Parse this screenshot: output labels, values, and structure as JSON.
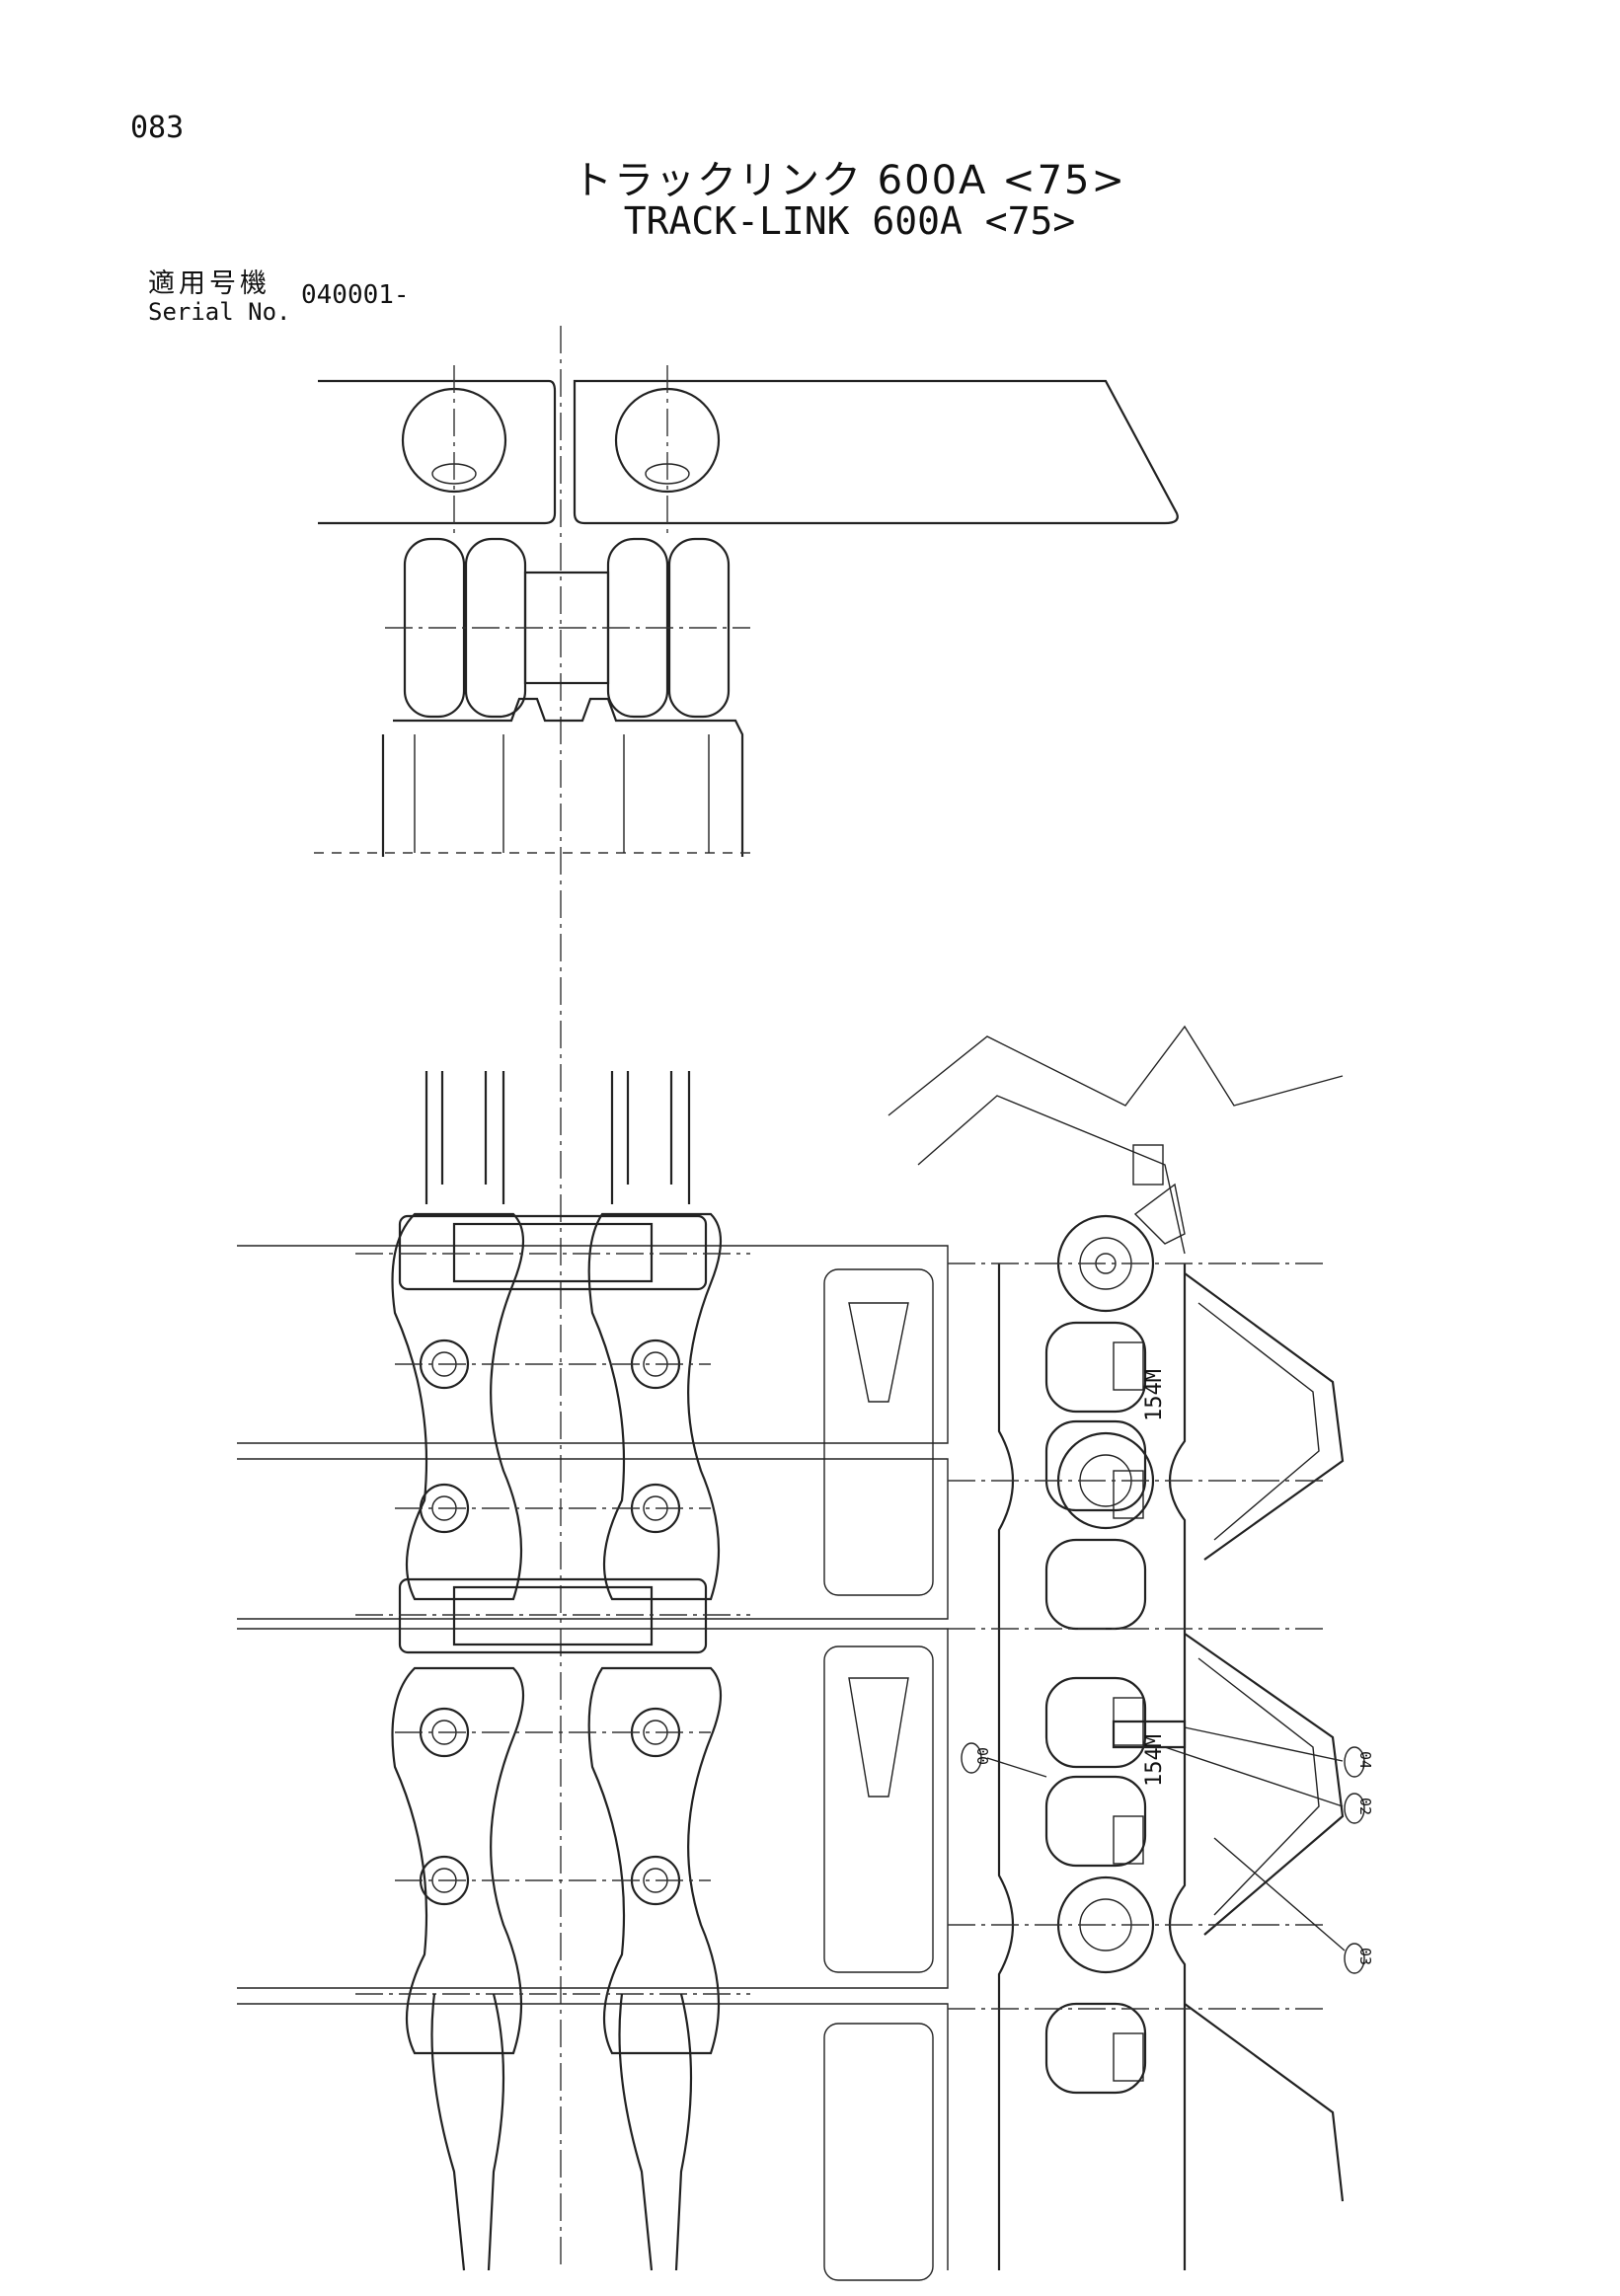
{
  "page_number": "083",
  "title_jp": "トラックリンク 600A <75>",
  "title_en": "TRACK-LINK 600A <75>",
  "serial_label_jp": "適用号機",
  "serial_label_en": "Serial No.",
  "serial_value": "040001-",
  "link_marking": "154M",
  "callouts": [
    {
      "id": "00",
      "label": "00"
    },
    {
      "id": "02",
      "label": "02"
    },
    {
      "id": "03",
      "label": "03"
    },
    {
      "id": "04",
      "label": "04"
    }
  ]
}
